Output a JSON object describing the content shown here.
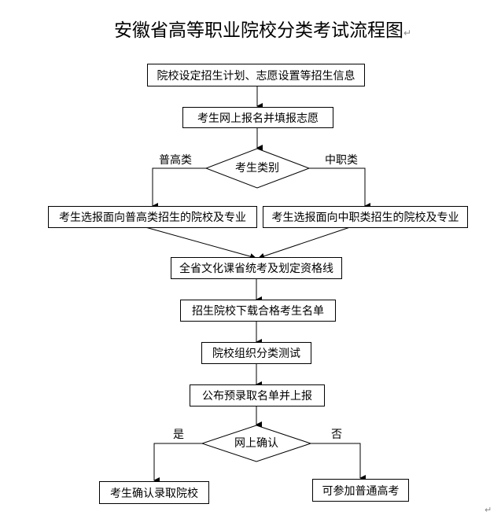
{
  "title": "安徽省高等职业院校分类考试流程图",
  "paragraph_mark": "↵",
  "nodes": {
    "step1": "院校设定招生计划、志愿设置等招生信息",
    "step2": "考生网上报名并填报志愿",
    "decision1": "考生类别",
    "branch_left_label": "普高类",
    "branch_right_label": "中职类",
    "step3_left": "考生选报面向普高类招生的院校及专业",
    "step3_right": "考生选报面向中职类招生的院校及专业",
    "step4": "全省文化课省统考及划定资格线",
    "step5": "招生院校下载合格考生名单",
    "step6": "院校组织分类测试",
    "step7": "公布预录取名单并上报",
    "decision2": "网上确认",
    "yes_label": "是",
    "no_label": "否",
    "end_yes": "考生确认录取院校",
    "end_no": "可参加普通高考"
  }
}
